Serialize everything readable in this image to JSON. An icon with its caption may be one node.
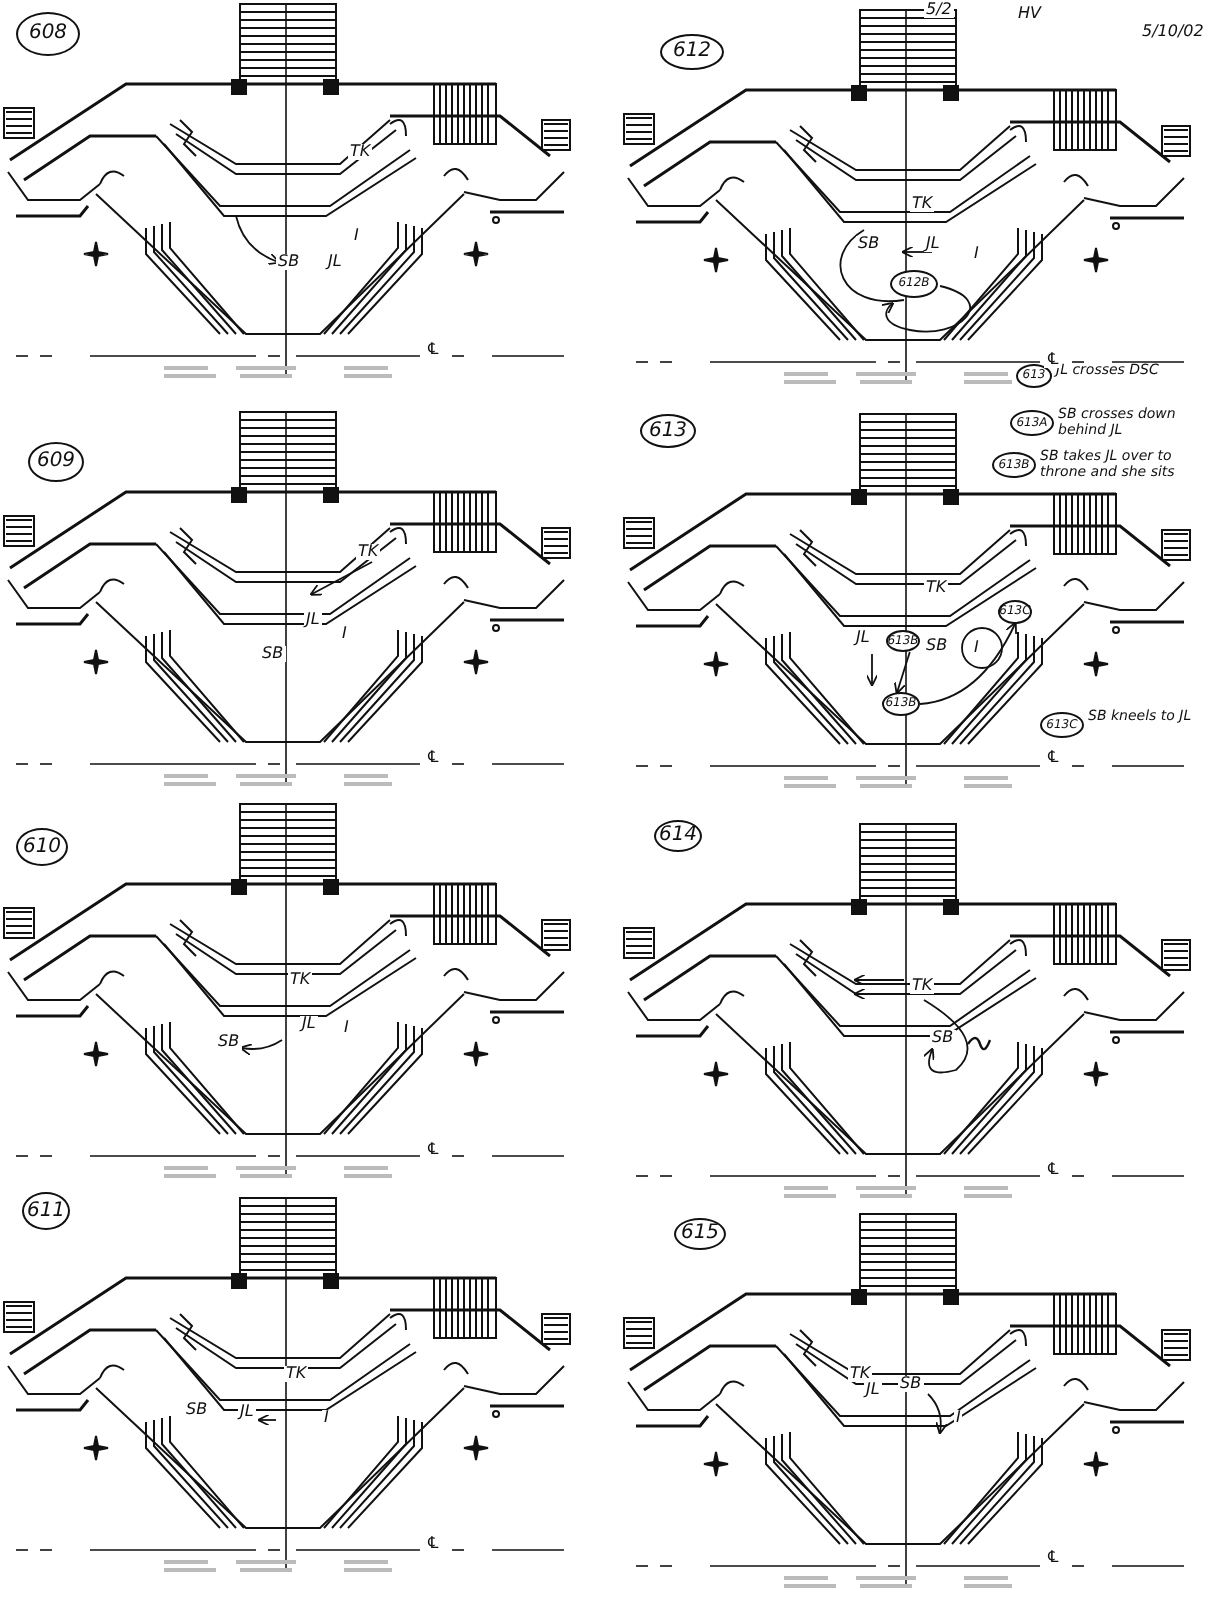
{
  "diagram": {
    "nodes": [
      {
        "text": [
          "608"
        ]
      },
      {
        "text": [
          "612"
        ]
      },
      {
        "text": [
          "612B"
        ]
      },
      {
        "text": [
          "613"
        ],
        "beside": [
          "JL crosses DSC"
        ]
      },
      {
        "text": [
          "613A"
        ],
        "beside": [
          "SB crosses down behind JL"
        ]
      },
      {
        "text": [
          "613B"
        ],
        "beside": [
          "SB takes JL over to throne and she sits"
        ]
      },
      {
        "text": [
          "609"
        ]
      },
      {
        "text": [
          "613"
        ]
      },
      {
        "text": [
          "613C"
        ]
      },
      {
        "text": [
          "613B"
        ]
      },
      {
        "text": [
          "613B"
        ]
      },
      {
        "text": [
          "613C"
        ],
        "beside": [
          "SB kneels to JL"
        ]
      },
      {
        "text": [
          "610"
        ]
      },
      {
        "text": [
          "614"
        ]
      },
      {
        "text": [
          "611"
        ]
      },
      {
        "text": [
          "615"
        ]
      }
    ],
    "edges": [
      {
        "from": 9,
        "to": 10,
        "arrow": "to"
      },
      {
        "from": 10,
        "to": 8,
        "arrow": "to"
      }
    ],
    "labels": [
      "5/2",
      "HV",
      "5/10/02",
      "TK",
      "SB",
      "JL",
      "I",
      "℄",
      "TK",
      "SB",
      "JL",
      "I",
      "℄",
      "TK",
      "JL",
      "I",
      "SB",
      "℄",
      "TK",
      "JL",
      "SB",
      "I",
      "℄",
      "TK",
      "JL",
      "SB",
      "I",
      "℄",
      "TK",
      "SB",
      "℄",
      "TK",
      "SB",
      "JL",
      "I",
      "℄",
      "TK",
      "JL",
      "SB",
      "I",
      "℄"
    ]
  }
}
